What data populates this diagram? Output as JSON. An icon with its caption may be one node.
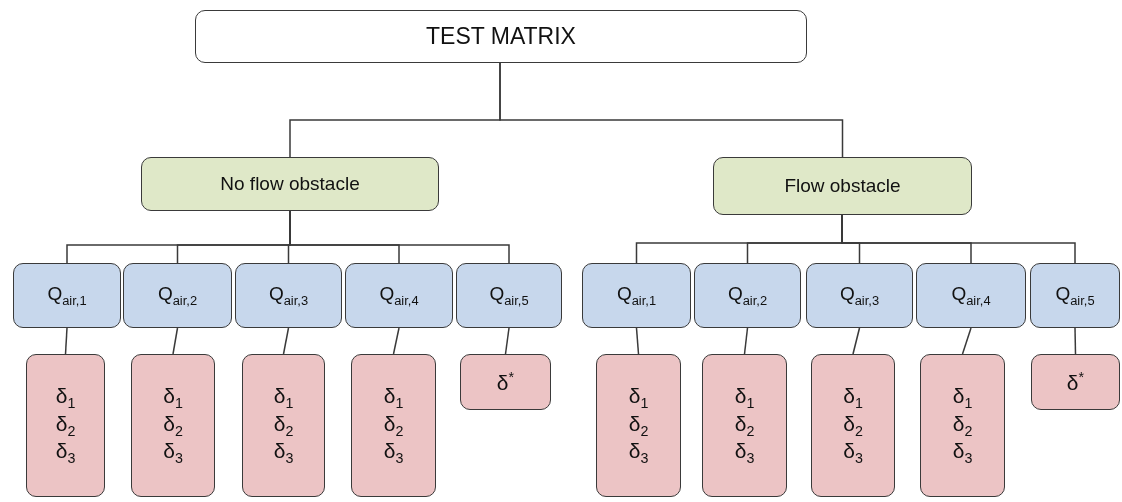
{
  "diagram": {
    "nodes": [
      {
        "text": [
          "TEST MATRIX"
        ]
      },
      {
        "text": [
          "No flow obstacle"
        ]
      },
      {
        "text": [
          "Flow obstacle"
        ]
      },
      {
        "text": [
          "Q$_{air,1}$"
        ]
      },
      {
        "text": [
          "Q$_{air,2}$"
        ]
      },
      {
        "text": [
          "Q$_{air,3}$"
        ]
      },
      {
        "text": [
          "Q$_{air,4}$"
        ]
      },
      {
        "text": [
          "Q$_{air,5}$"
        ]
      },
      {
        "text": [
          "Q$_{air,1}$"
        ]
      },
      {
        "text": [
          "Q$_{air,2}$"
        ]
      },
      {
        "text": [
          "Q$_{air,3}$"
        ]
      },
      {
        "text": [
          "Q$_{air,4}$"
        ]
      },
      {
        "text": [
          "Q$_{air,5}$"
        ]
      },
      {
        "text": [
          "δ$_{1}$",
          "δ$_{2}$",
          "δ$_{3}$"
        ]
      },
      {
        "text": [
          "δ$_{1}$",
          "δ$_{2}$",
          "δ$_{3}$"
        ]
      },
      {
        "text": [
          "δ$_{1}$",
          "δ$_{2}$",
          "δ$_{3}$"
        ]
      },
      {
        "text": [
          "δ$_{1}$",
          "δ$_{2}$",
          "δ$_{3}$"
        ]
      },
      {
        "text": [
          "δ$^{*}$"
        ]
      },
      {
        "text": [
          "δ$_{1}$",
          "δ$_{2}$",
          "δ$_{3}$"
        ]
      },
      {
        "text": [
          "δ$_{1}$",
          "δ$_{2}$",
          "δ$_{3}$"
        ]
      },
      {
        "text": [
          "δ$_{1}$",
          "δ$_{2}$",
          "δ$_{3}$"
        ]
      },
      {
        "text": [
          "δ$_{1}$",
          "δ$_{2}$",
          "δ$_{3}$"
        ]
      },
      {
        "text": [
          "δ$^{*}$"
        ]
      }
    ],
    "edges": [
      {
        "from": 0,
        "to": 1,
        "arrow": "none"
      },
      {
        "from": 0,
        "to": 2,
        "arrow": "none"
      },
      {
        "from": 1,
        "to": 3,
        "arrow": "none"
      },
      {
        "from": 1,
        "to": 4,
        "arrow": "none"
      },
      {
        "from": 1,
        "to": 5,
        "arrow": "none"
      },
      {
        "from": 1,
        "to": 6,
        "arrow": "none"
      },
      {
        "from": 1,
        "to": 7,
        "arrow": "none"
      },
      {
        "from": 2,
        "to": 8,
        "arrow": "none"
      },
      {
        "from": 2,
        "to": 9,
        "arrow": "none"
      },
      {
        "from": 2,
        "to": 10,
        "arrow": "none"
      },
      {
        "from": 2,
        "to": 11,
        "arrow": "none"
      },
      {
        "from": 2,
        "to": 12,
        "arrow": "none"
      },
      {
        "from": 3,
        "to": 13,
        "arrow": "none"
      },
      {
        "from": 4,
        "to": 14,
        "arrow": "none"
      },
      {
        "from": 5,
        "to": 15,
        "arrow": "none"
      },
      {
        "from": 6,
        "to": 16,
        "arrow": "none"
      },
      {
        "from": 7,
        "to": 17,
        "arrow": "none"
      },
      {
        "from": 8,
        "to": 18,
        "arrow": "none"
      },
      {
        "from": 9,
        "to": 19,
        "arrow": "none"
      },
      {
        "from": 10,
        "to": 20,
        "arrow": "none"
      },
      {
        "from": 11,
        "to": 21,
        "arrow": "none"
      },
      {
        "from": 12,
        "to": 22,
        "arrow": "none"
      }
    ]
  }
}
